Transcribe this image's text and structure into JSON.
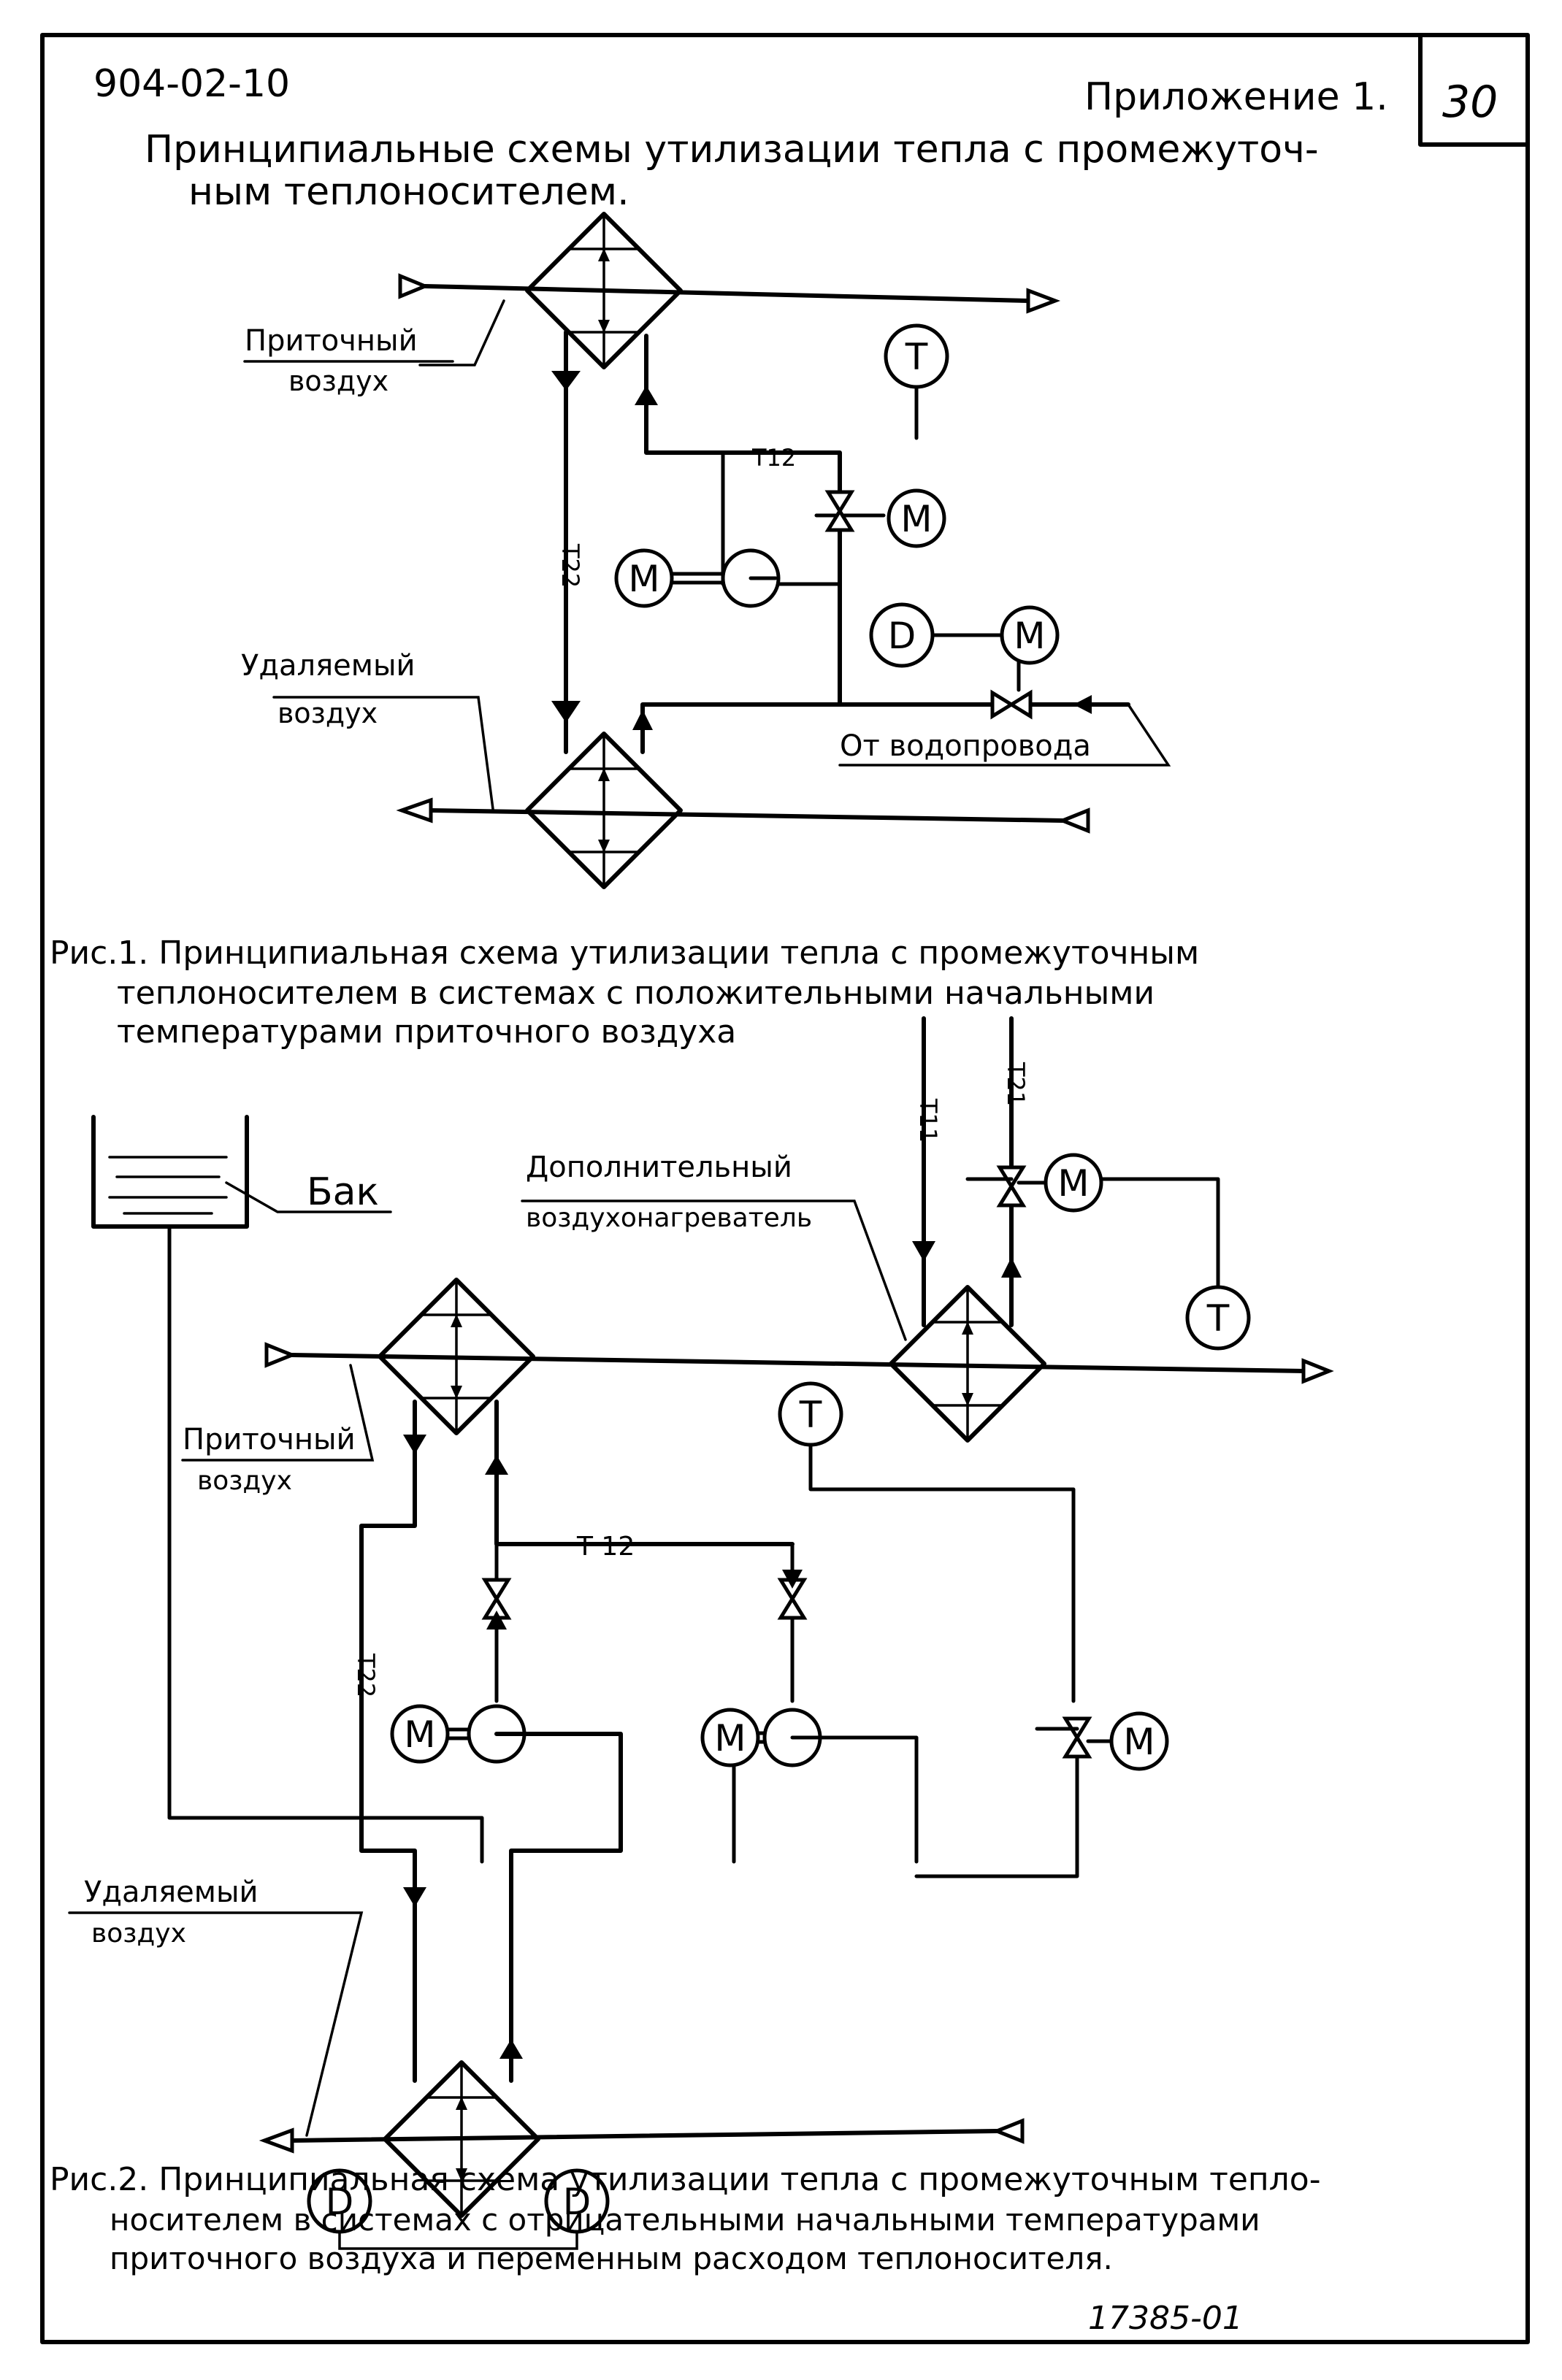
{
  "header": {
    "doc_number": "904-02-10",
    "appendix": "Приложение 1.",
    "page_number": "30",
    "title_line1": "Принципиальные схемы утилизации тепла с промежуточ-",
    "title_line2": "ным теплоносителем."
  },
  "fig1": {
    "supply_air_1": "Приточный",
    "supply_air_2": "воздух",
    "exhaust_air_1": "Удаляемый",
    "exhaust_air_2": "воздух",
    "water_supply": "От водопровода",
    "pipe_t12": "Т12",
    "pipe_t22": "Т22",
    "caption_line1": "Рис.1. Принципиальная  схема утилизации тепла с промежуточным",
    "caption_line2": "теплоносителем в системах с положительными начальными",
    "caption_line3": "температурами приточного воздуха"
  },
  "fig2": {
    "tank": "Бак",
    "heater_1": "Дополнительный",
    "heater_2": "воздухонагреватель",
    "supply_air_1": "Приточный",
    "supply_air_2": "воздух",
    "exhaust_air_1": "Удаляемый",
    "exhaust_air_2": "воздух",
    "pipe_t11": "Т11",
    "pipe_t21": "Т21",
    "pipe_t12": "Т 12",
    "pipe_t22": "Т22",
    "caption_line1": "Рис.2. Принципиальная  схема утилизации тепла с промежуточным тепло-",
    "caption_line2": "носителем в системах с отрицательными начальными температурами",
    "caption_line3": "приточного воздуха и переменным расходом теплоносителя."
  },
  "symbols": {
    "motor": "М",
    "thermostat": "Т",
    "damper": "D"
  },
  "footer": {
    "stamp": "17385-01"
  }
}
